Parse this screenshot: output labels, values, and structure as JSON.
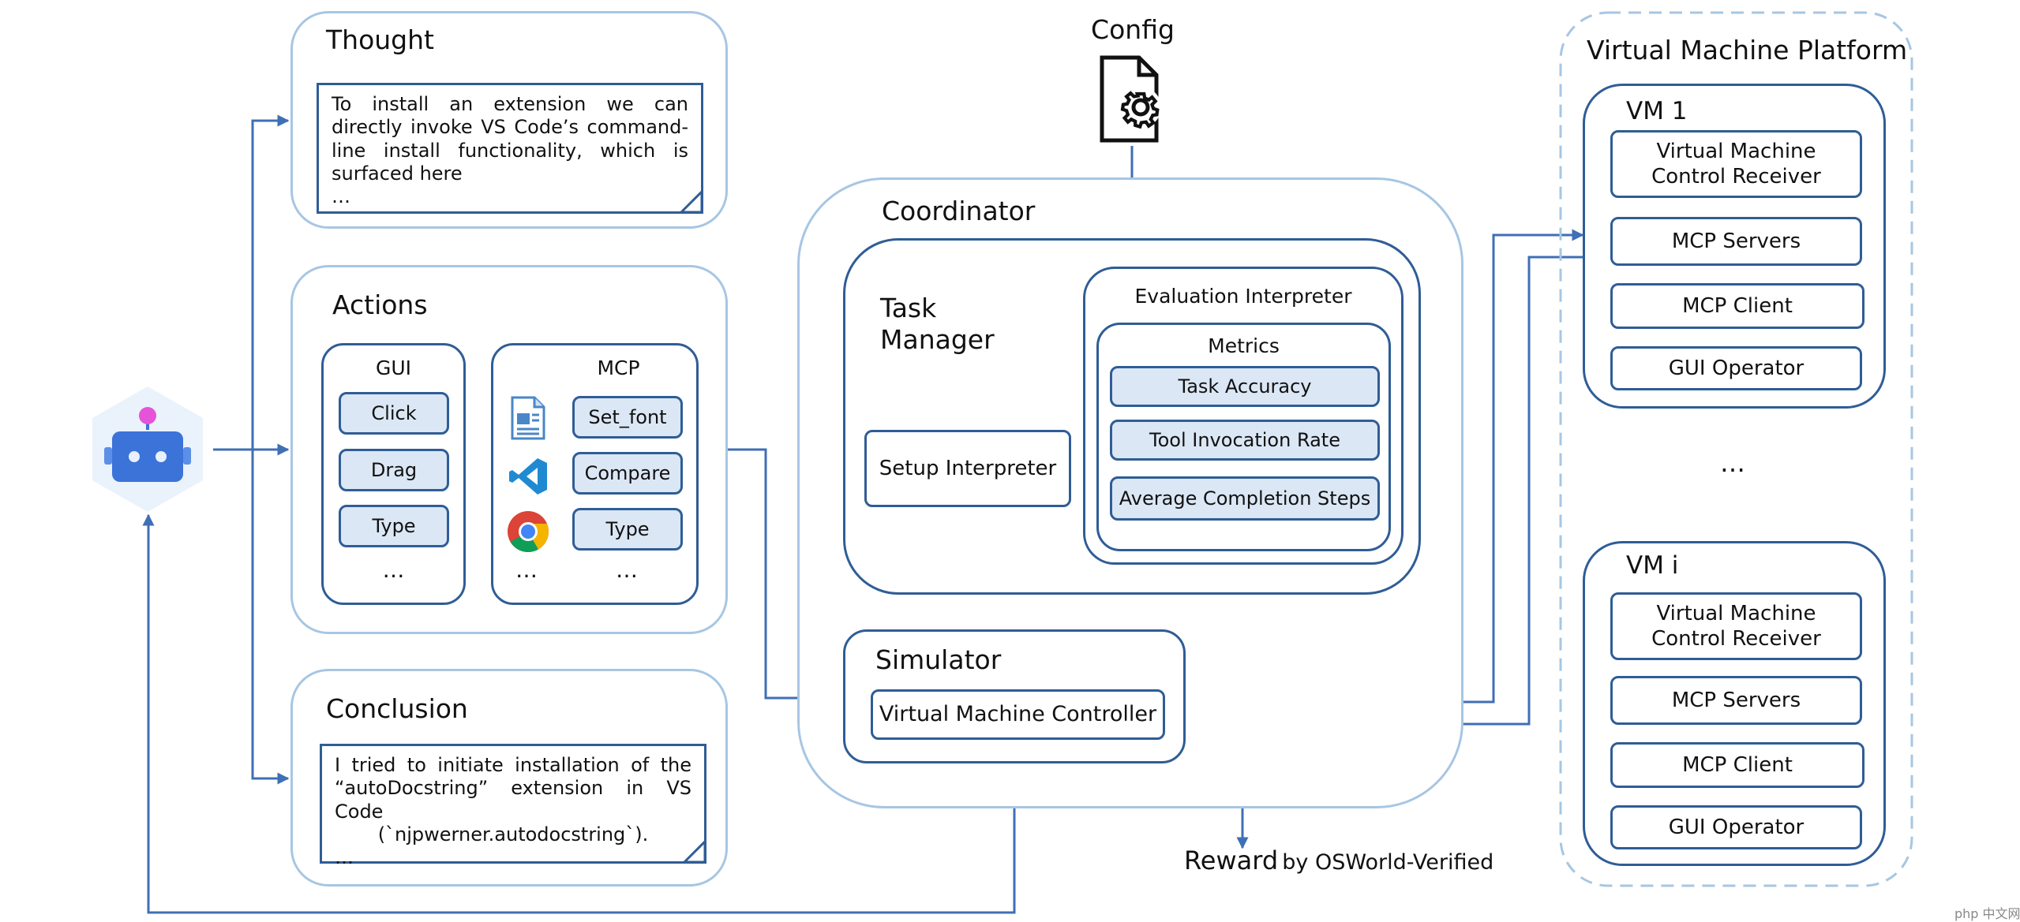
{
  "config_label": "Config",
  "thought": {
    "title": "Thought",
    "text": "To install an extension we can directly invoke VS Code’s command-line install functionality, which is surfaced here",
    "ellipsis": "…"
  },
  "actions": {
    "title": "Actions",
    "gui": {
      "title": "GUI",
      "items": [
        "Click",
        "Drag",
        "Type"
      ],
      "ellipsis": "…"
    },
    "mcp": {
      "title": "MCP",
      "items": [
        "Set_font",
        "Compare",
        "Type"
      ],
      "ellipsis_icons": "…",
      "ellipsis_items": "…"
    }
  },
  "conclusion": {
    "title": "Conclusion",
    "line1": "I tried to initiate installation of the",
    "line2": "“autoDocstring” extension in VS Code",
    "line3": "(`njpwerner.autodocstring`).",
    "ellipsis": "…"
  },
  "coordinator": {
    "title": "Coordinator",
    "task_manager": "Task\nManager",
    "setup_interpreter": "Setup Interpreter",
    "evaluation_interpreter": "Evaluation Interpreter",
    "metrics": {
      "title": "Metrics",
      "items": [
        "Task Accuracy",
        "Tool Invocation Rate",
        "Average Completion Steps"
      ]
    },
    "simulator": "Simulator",
    "vm_controller": "Virtual Machine Controller"
  },
  "reward": {
    "label": "Reward",
    "suffix": "by OSWorld-Verified"
  },
  "vm_platform": {
    "title": "Virtual Machine Platform",
    "vms": [
      {
        "name": "VM 1",
        "components": [
          "Virtual Machine\nControl Receiver",
          "MCP Servers",
          "MCP Client",
          "GUI Operator"
        ]
      },
      {
        "name": "VM i",
        "components": [
          "Virtual Machine\nControl Receiver",
          "MCP Servers",
          "MCP Client",
          "GUI Operator"
        ]
      }
    ],
    "ellipsis": "…"
  },
  "colors": {
    "arrow": "#3f6fb5",
    "panel_border": "#a7c6e3",
    "box_border": "#2f5d96",
    "pill_fill": "#dbe7f5",
    "robot": "#3b73d9"
  },
  "watermark": "php 中文网"
}
